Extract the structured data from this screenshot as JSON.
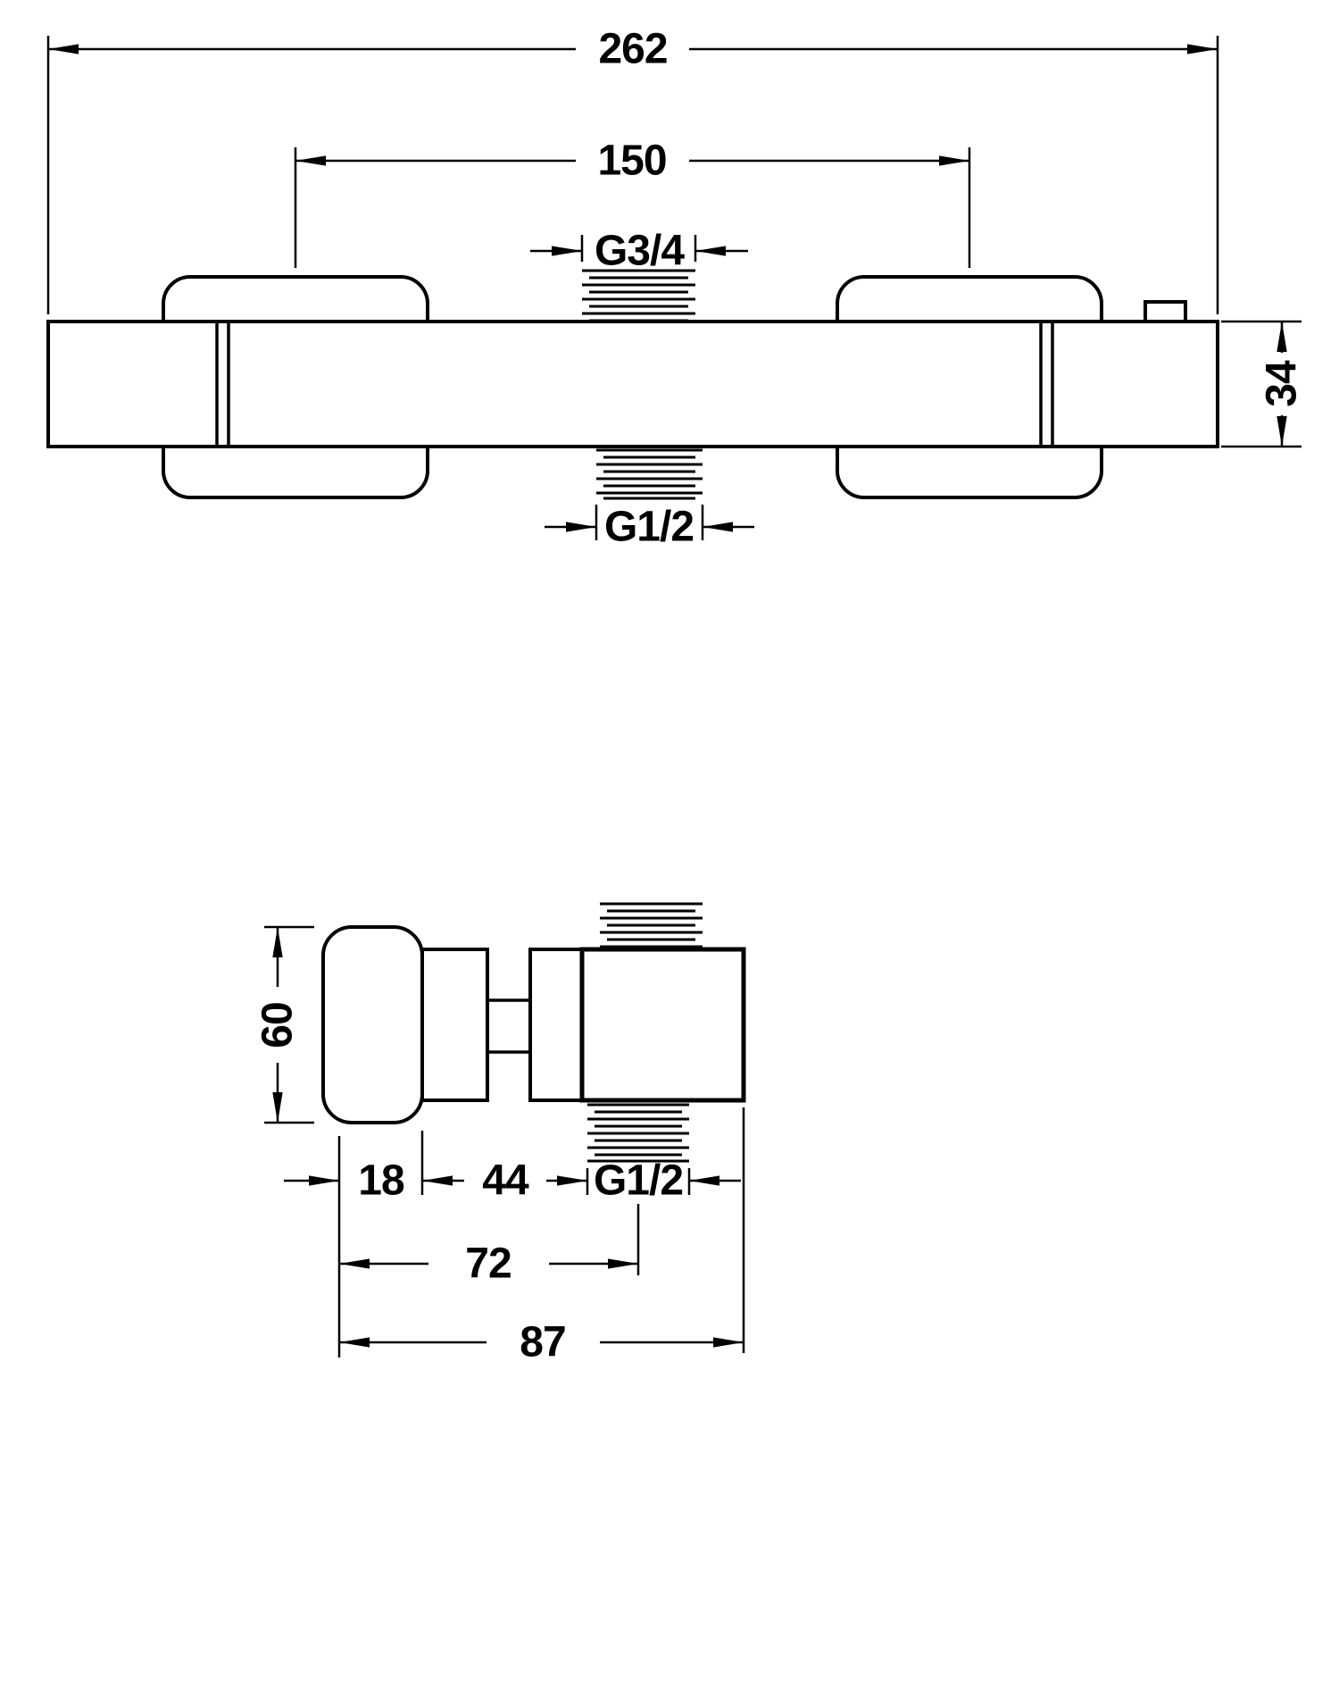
{
  "page": {
    "background": "#ffffff",
    "line_color": "#000000",
    "kind": "thermostatic shower mixer technical drawing"
  },
  "front_view": {
    "dims": {
      "overall_width": "262",
      "connection_spacing": "150",
      "top_connector_thread": "G3/4",
      "bar_height": "34",
      "bottom_outlet_thread": "G1/2"
    }
  },
  "side_view": {
    "dims": {
      "handle_diameter": "60",
      "handle_depth": "18",
      "handle_to_body": "44",
      "outlet_thread": "G1/2",
      "wall_to_outlet_axis": "72",
      "overall_depth": "87"
    }
  }
}
